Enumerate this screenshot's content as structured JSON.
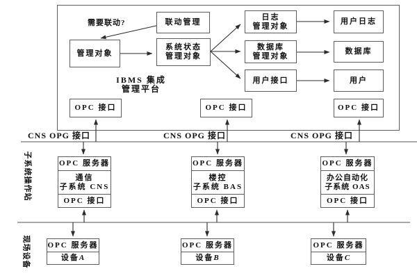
{
  "figure": {
    "platform": {
      "title_line1": "IBMS 集成",
      "title_line2": "管理平台",
      "question_label": "需要联动?",
      "linkage_mgmt": "联动管理",
      "managed_object": "管理对象",
      "system_status_line1": "系统状态",
      "system_status_line2": "管理对象",
      "log_mgmt_line1": "日志",
      "log_mgmt_line2": "管理对象",
      "user_log": "用户日志",
      "db_mgmt_line1": "数据库",
      "db_mgmt_line2": "管理对象",
      "database": "数据库",
      "user_interface": "用户接口",
      "user": "用户",
      "opc_interface_left": "OPC 接口",
      "opc_interface_mid": "OPC 接口",
      "opc_interface_right": "OPC 接口"
    },
    "bus_labels": {
      "left": "CNS OPG 接口",
      "mid": "CNS OPG 接口",
      "right": "CNS OPG 接口"
    },
    "side_labels": {
      "subsystem_layer": "子系统操作站",
      "field_layer": "现场设备"
    },
    "subsystems": [
      {
        "server": "OPC 服务器",
        "name_line1": "通信",
        "name_line2": "子系统 CNS",
        "interface": "OPC 接口"
      },
      {
        "server": "OPC 服务器",
        "name_line1": "楼控",
        "name_line2": "子系统 BAS",
        "interface": "OPC 接口"
      },
      {
        "server": "OPC 服务器",
        "name_line1": "办公自动化",
        "name_line2": "子系统 OAS",
        "interface": "OPC 接口"
      }
    ],
    "devices": [
      {
        "server": "OPC 服务器",
        "label_prefix": "设备 ",
        "label_letter": "A"
      },
      {
        "server": "OPC 服务器",
        "label_prefix": "设备 ",
        "label_letter": "B"
      },
      {
        "server": "OPC 服务器",
        "label_prefix": "设备 ",
        "label_letter": "C"
      }
    ],
    "colors": {
      "stroke": "#333333",
      "bus": "#8c8c8c",
      "background": "#ffffff",
      "text": "#111111"
    }
  }
}
